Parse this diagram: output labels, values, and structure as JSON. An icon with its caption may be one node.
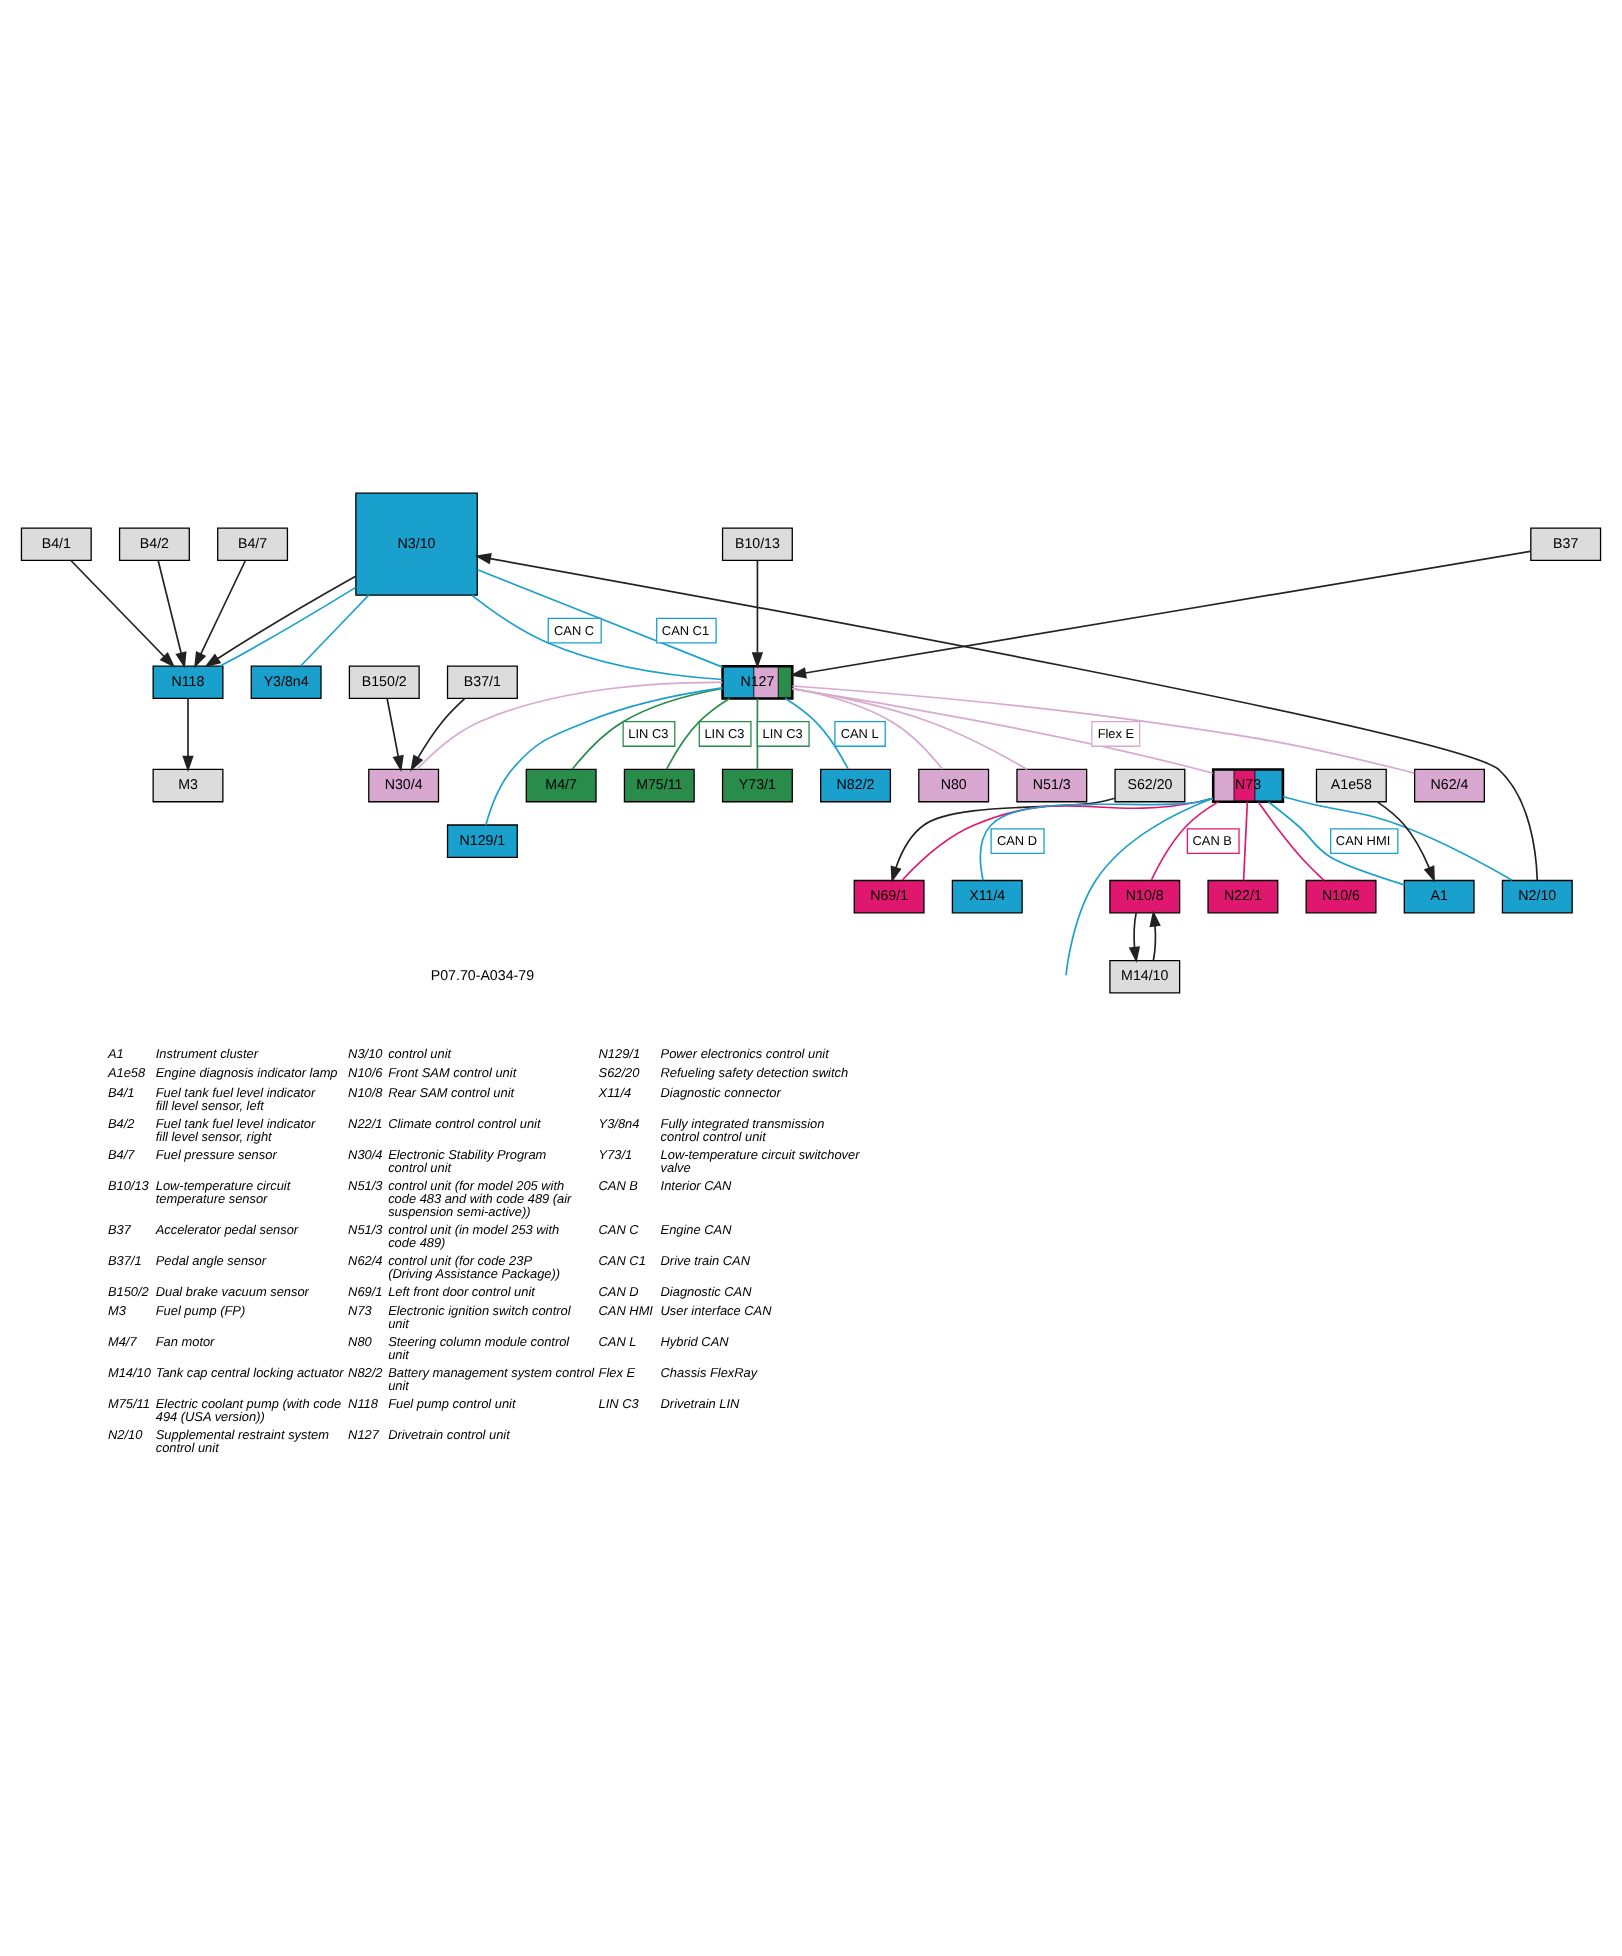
{
  "diagram": {
    "nodes": [
      {
        "text": [
          "N3/10"
        ]
      },
      {
        "text": [
          "B4/1"
        ]
      },
      {
        "text": [
          "B4/2"
        ]
      },
      {
        "text": [
          "B4/7"
        ]
      },
      {
        "text": [
          "N118"
        ]
      },
      {
        "text": [
          "M3"
        ]
      },
      {
        "text": [
          "Y3/8n4"
        ]
      },
      {
        "text": [
          "N127"
        ]
      },
      {
        "text": [
          "M4/7"
        ]
      },
      {
        "text": [
          "M75/11"
        ]
      },
      {
        "text": [
          "Y73/1"
        ]
      },
      {
        "text": [
          "B10/13"
        ]
      },
      {
        "text": [
          "B37"
        ]
      },
      {
        "text": [
          "N82/2"
        ]
      },
      {
        "text": [
          "N129/1"
        ]
      },
      {
        "text": [
          "N80"
        ]
      },
      {
        "text": [
          "N30/4"
        ]
      },
      {
        "text": [
          "B37/1"
        ]
      },
      {
        "text": [
          "B150/2"
        ]
      },
      {
        "text": [
          "S62/20"
        ]
      },
      {
        "text": [
          "N69/1"
        ]
      },
      {
        "text": [
          "N22/1"
        ]
      },
      {
        "text": [
          "N10/6"
        ]
      },
      {
        "text": [
          "N51/3"
        ]
      },
      {
        "text": [
          "N62/4"
        ]
      },
      {
        "text": [
          "N73"
        ]
      },
      {
        "text": [
          "M14/10"
        ]
      },
      {
        "text": [
          "N10/8"
        ]
      },
      {
        "text": [
          "A1e58"
        ]
      },
      {
        "text": [
          "A1"
        ]
      },
      {
        "text": [
          "N2/10"
        ]
      },
      {
        "text": [
          "X11/4"
        ]
      }
    ],
    "edges": [
      {
        "from": 0,
        "to": 4,
        "arrow": "to"
      },
      {
        "from": 1,
        "to": 4,
        "arrow": "to"
      },
      {
        "from": 2,
        "to": 4,
        "arrow": "to"
      },
      {
        "from": 3,
        "to": 4,
        "arrow": "to"
      },
      {
        "from": 4,
        "to": 5,
        "arrow": "to"
      },
      {
        "from": 0,
        "to": 7,
        "arrow": "none",
        "label": "CAN C1",
        "color": "#1aa0cc"
      },
      {
        "from": 0,
        "to": 4,
        "arrow": "none",
        "color": "#1aa0cc"
      },
      {
        "from": 0,
        "to": 6,
        "arrow": "none",
        "color": "#1aa0cc"
      },
      {
        "from": 0,
        "to": 7,
        "arrow": "none",
        "label": "CAN C",
        "color": "#1aa0cc"
      },
      {
        "from": 7,
        "to": 8,
        "arrow": "none",
        "label": "LIN C3",
        "color": "#2a8c4a"
      },
      {
        "from": 7,
        "to": 9,
        "arrow": "none",
        "label": "LIN C3",
        "color": "#2a8c4a"
      },
      {
        "from": 7,
        "to": 10,
        "arrow": "none",
        "label": "LIN C3",
        "color": "#2a8c4a"
      },
      {
        "from": 11,
        "to": 7,
        "arrow": "to"
      },
      {
        "from": 12,
        "to": 7,
        "arrow": "to"
      },
      {
        "from": 7,
        "to": 13,
        "arrow": "none",
        "label": "CAN L",
        "color": "#1aa0cc"
      },
      {
        "from": 7,
        "to": 14,
        "arrow": "none",
        "color": "#1aa0cc"
      },
      {
        "from": 7,
        "to": 15,
        "arrow": "none",
        "color": "#d8a8d0"
      },
      {
        "from": 7,
        "to": 16,
        "arrow": "none",
        "color": "#d8a8d0"
      },
      {
        "from": 7,
        "to": 23,
        "arrow": "none",
        "color": "#d8a8d0"
      },
      {
        "from": 7,
        "to": 24,
        "arrow": "none",
        "color": "#d8a8d0"
      },
      {
        "from": 7,
        "to": 25,
        "arrow": "none",
        "label": "Flex E",
        "color": "#d8a8d0"
      },
      {
        "from": 17,
        "to": 16,
        "arrow": "to"
      },
      {
        "from": 18,
        "to": 16,
        "arrow": "to"
      },
      {
        "from": 19,
        "to": 20,
        "arrow": "to"
      },
      {
        "from": 25,
        "to": 20,
        "arrow": "none",
        "color": "#e0176e"
      },
      {
        "from": 25,
        "to": 21,
        "arrow": "none",
        "color": "#e0176e"
      },
      {
        "from": 25,
        "to": 22,
        "arrow": "none",
        "color": "#e0176e"
      },
      {
        "from": 25,
        "to": 27,
        "arrow": "none",
        "label": "CAN B",
        "color": "#e0176e"
      },
      {
        "from": 26,
        "to": 27,
        "arrow": "to"
      },
      {
        "from": 27,
        "to": 26,
        "arrow": "to"
      },
      {
        "from": 28,
        "to": 29,
        "arrow": "to"
      },
      {
        "from": 25,
        "to": 29,
        "arrow": "none",
        "label": "CAN HMI",
        "color": "#1aa0cc"
      },
      {
        "from": 25,
        "to": 30,
        "arrow": "none",
        "color": "#1aa0cc"
      },
      {
        "from": 25,
        "to": 31,
        "arrow": "none",
        "label": "CAN D",
        "color": "#1aa0cc"
      },
      {
        "from": 25,
        "to": null,
        "arrow": "none",
        "color": "#1aa0cc"
      },
      {
        "from": 30,
        "to": 0,
        "arrow": "to"
      }
    ],
    "labels": [
      "P07.70-A034-79",
      "A1",
      "Instrument cluster",
      "N3/10",
      "control unit",
      "N129/1",
      "Power electronics control unit",
      "A1e58",
      "Engine diagnosis indicator lamp",
      "N10/6",
      "Front SAM control unit",
      "S62/20",
      "Refueling safety detection switch",
      "B4/1",
      "Fuel tank fuel level indicator fill level sensor, left",
      "N10/8",
      "Rear SAM control unit",
      "X11/4",
      "Diagnostic connector",
      "B4/2",
      "Fuel tank fuel level indicator fill level sensor, right",
      "N22/1",
      "Climate control control unit",
      "Y3/8n4",
      "Fully integrated transmission control control unit",
      "B4/7",
      "Fuel pressure sensor",
      "N30/4",
      "Electronic Stability Program control unit",
      "Y73/1",
      "Low-temperature circuit switchover valve",
      "B10/13",
      "Low-temperature circuit temperature sensor",
      "N51/3",
      "control unit (for model 205 with code 483 and with code 489 (air suspension semi-active))",
      "CAN B",
      "Interior CAN",
      "B37",
      "Accelerator pedal sensor",
      "N51/3",
      "control unit (in model 253 with code 489)",
      "CAN C",
      "Engine CAN",
      "B37/1",
      "Pedal angle sensor",
      "N62/4",
      "control unit (for code 23P (Driving Assistance Package))",
      "CAN C1",
      "Drive train CAN",
      "B150/2",
      "Dual brake vacuum sensor",
      "N69/1",
      "Left front door control unit",
      "CAN D",
      "Diagnostic CAN",
      "M3",
      "Fuel pump (FP)",
      "N73",
      "Electronic ignition switch control unit",
      "CAN HMI",
      "User interface CAN",
      "M4/7",
      "Fan motor",
      "N80",
      "Steering column module control unit",
      "CAN L",
      "Hybrid CAN",
      "M14/10",
      "Tank cap central locking actuator",
      "N82/2",
      "Battery management system control unit",
      "Flex E",
      "Chassis FlexRay",
      "M75/11",
      "Electric coolant pump (with code 494 (USA version))",
      "N118",
      "Fuel pump control unit",
      "LIN C3",
      "Drivetrain LIN",
      "N2/10",
      "Supplemental restraint system control unit",
      "N127",
      "Drivetrain control unit"
    ]
  }
}
